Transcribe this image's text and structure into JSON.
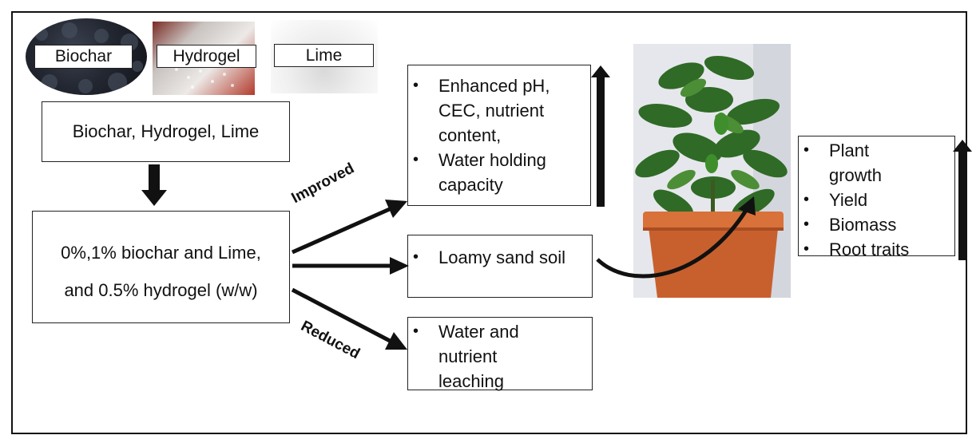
{
  "thumbnails": {
    "biochar": "Biochar",
    "hydrogel": "Hydrogel",
    "lime": "Lime"
  },
  "inputs_box": "Biochar, Hydrogel, Lime",
  "treatment_box": {
    "line1": "0%,1% biochar and Lime,",
    "line2": "and 0.5% hydrogel (w/w)"
  },
  "arrow_labels": {
    "improved": "Improved",
    "reduced": "Reduced"
  },
  "improved_box": [
    "Enhanced pH, CEC, nutrient content,",
    "Water holding capacity"
  ],
  "soil_box": [
    "Loamy sand soil"
  ],
  "reduced_box": [
    "Water and nutrient leaching"
  ],
  "outcomes_box": [
    "Plant growth",
    "Yield",
    "Biomass",
    "Root traits"
  ]
}
